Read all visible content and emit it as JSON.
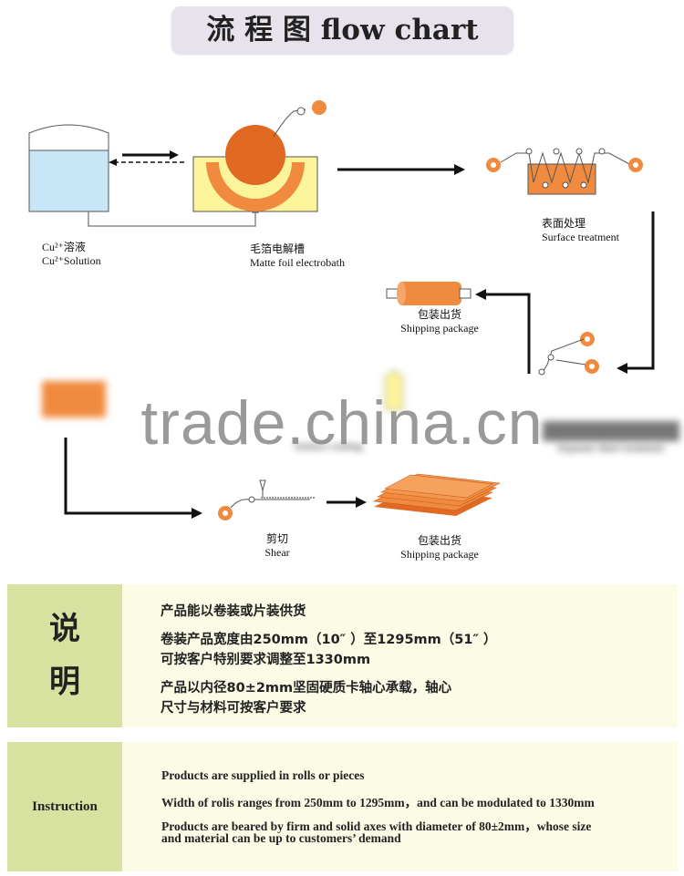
{
  "title": "流 程 图 flow chart",
  "labels": {
    "cu_solution_cn": "Cu²⁺溶液",
    "cu_solution_en": "Cu²⁺Solution",
    "electrobath_cn": "毛箔电解槽",
    "electrobath_en": "Matte foil electrobath",
    "surface_treatment_cn": "表面处理",
    "surface_treatment_en": "Surface treatment",
    "shipping1_cn": "包装出货",
    "shipping1_en": "Shipping package",
    "surface_coating_en": "Surface coating",
    "separate_sheet_en": "Separate sheet treatment",
    "shear_cn": "剪切",
    "shear_en": "Shear",
    "shipping2_cn": "包装出货",
    "shipping2_en": "Shipping package"
  },
  "watermark": "trade.china.cn",
  "cn_panel": {
    "heading_top": "说",
    "heading_bottom": "明",
    "lines": [
      "产品能以卷装或片装供货",
      "卷装产品宽度由250mm（10″ ）至1295mm（51″ ）",
      "可按客户特别要求调整至1330mm",
      "产品以内径80±2mm坚固硬质卡轴心承载，轴心",
      "尺寸与材料可按客户要求"
    ]
  },
  "en_panel": {
    "heading": "Instruction",
    "lines": [
      "Products are supplied in rolls or pieces",
      "Width of rolis ranges from 250mm to 1295mm，and can be modulated to 1330mm",
      "Products are beared by firm and solid axes with diameter of 80±2mm，whose size",
      "and material can be up to customers’ demand"
    ]
  },
  "colors": {
    "copper": "#f08a3e",
    "copper_dark": "#e06a22",
    "bath_yellow": "#fbf49a",
    "tank_blue": "#c8e6f8",
    "panel_bg": "#fbfbe6",
    "panel_head": "#d7e2a0",
    "title_bg": "#e8e2ec"
  }
}
